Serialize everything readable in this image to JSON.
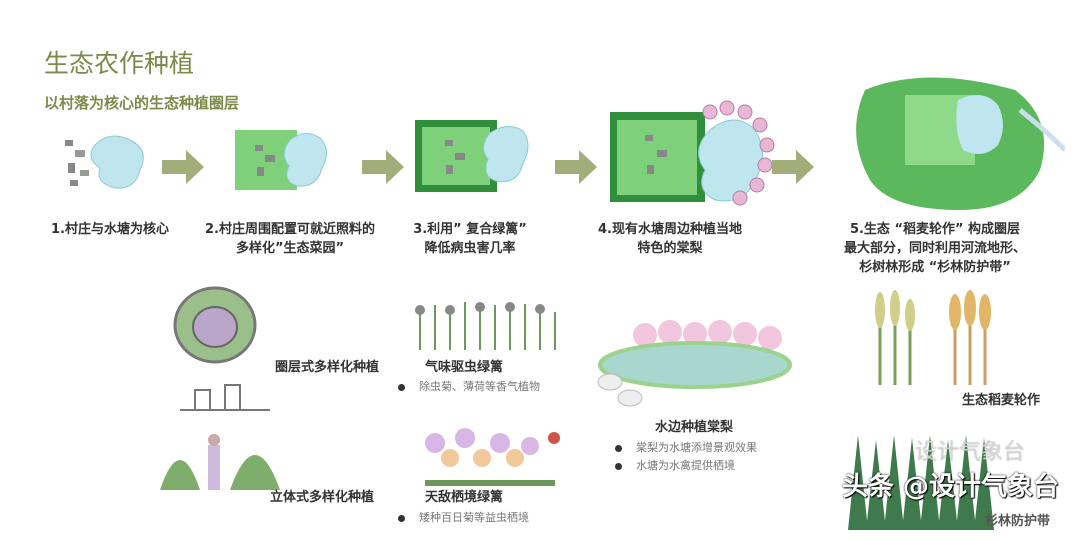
{
  "title": "生态农作种植",
  "subtitle": "以村落为核心的生态种植圈层",
  "steps": [
    {
      "label": "1.村庄与水塘为核心"
    },
    {
      "label": "2.村庄周围配置可就近照料的\n多样化”生态菜园”"
    },
    {
      "label": "3.利用” 复合绿篱”\n降低病虫害几率"
    },
    {
      "label": "4.现有水塘周边种植当地\n特色的棠梨"
    },
    {
      "label": "5.生态 “稻麦轮作” 构成圈层\n最大部分，同时利用河流地形、\n杉树林形成 “杉林防护带”"
    }
  ],
  "details": {
    "ring_planting": "圈层式多样化种植",
    "vertical_planting": "立体式多样化种植",
    "odor_hedge": {
      "title": "气味驱虫绿篱",
      "bullets": [
        "除虫菊、薄荷等香气植物"
      ]
    },
    "enemy_hedge": {
      "title": "天敌栖境绿篱",
      "bullets": [
        "矮种百日菊等益虫栖境"
      ]
    },
    "waterside": {
      "title": "水边种植棠梨",
      "bullets": [
        "棠梨为水塘添增景观效果",
        "水塘为水禽提供栖境"
      ]
    },
    "rice_wheat": "生态稻麦轮作",
    "fir_belt": "杉林防护带"
  },
  "watermark": {
    "main": "头条 @设计气象台",
    "secondary": "设计气象台"
  },
  "colors": {
    "title": "#7b8b4a",
    "arrow": "#a3ad7a",
    "water": "#bfe6ee",
    "field": "#5cb85c",
    "blossom": "#e9b7d6"
  }
}
